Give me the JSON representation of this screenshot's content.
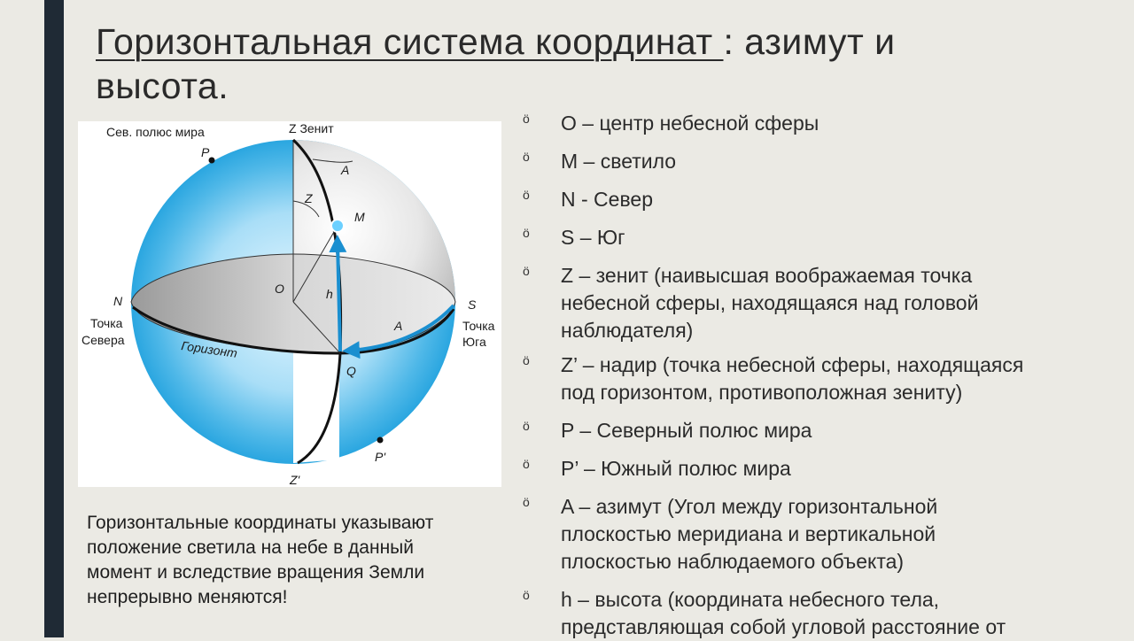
{
  "slide": {
    "title_main": "Горизонтальная система координат ",
    "title_rest": ": азимут и",
    "title_line2": "высота."
  },
  "caption_lines": [
    "Горизонтальные координаты указывают",
    "положение светила на небе в данный",
    "момент и вследствие вращения Земли",
    "непрерывно меняются!"
  ],
  "bullet_marker": "ö",
  "bullets": [
    [
      "O – центр небесной сферы"
    ],
    [
      "M – светило"
    ],
    [
      "N - Север"
    ],
    [
      "S – Юг"
    ],
    [
      "Z – зенит (наивысшая воображаемая точка",
      "небесной сферы, находящаяся над головой",
      "наблюдателя)"
    ],
    [
      "Z’ – надир (точка небесной сферы, находящаяся",
      "под горизонтом, противоположная зениту)"
    ],
    [
      "P – Северный полюс мира"
    ],
    [
      "P’ – Южный полюс мира"
    ],
    [
      "A – азимут (Угол между горизонтальной",
      "плоскостью меридиана и вертикальной",
      "плоскостью наблюдаемого объекта)"
    ],
    [
      "h – высота (координата небесного тела,",
      "представляющая собой угловой расстояние от"
    ]
  ],
  "diagram_labels": {
    "north_pole": "Сев. полюс мира",
    "p": "P",
    "zenith": "Z Зенит",
    "a_top": "A",
    "z_angle": "Z",
    "m": "M",
    "n": "N",
    "o": "O",
    "h": "h",
    "s": "S",
    "north_point_1": "Точка",
    "north_point_2": "Севера",
    "south_point_1": "Точка",
    "south_point_2": "Юга",
    "a_bottom": "A",
    "horizon": "Горизонт",
    "q": "Q",
    "p_prime": "P'",
    "nadir": "Z'"
  },
  "colors": {
    "sphere_blue": "#2aa6e0",
    "sphere_light": "#e6f7ff",
    "arrow_blue": "#1a8fd0",
    "sidebar": "#1f2a35",
    "background": "#ebeae4"
  }
}
